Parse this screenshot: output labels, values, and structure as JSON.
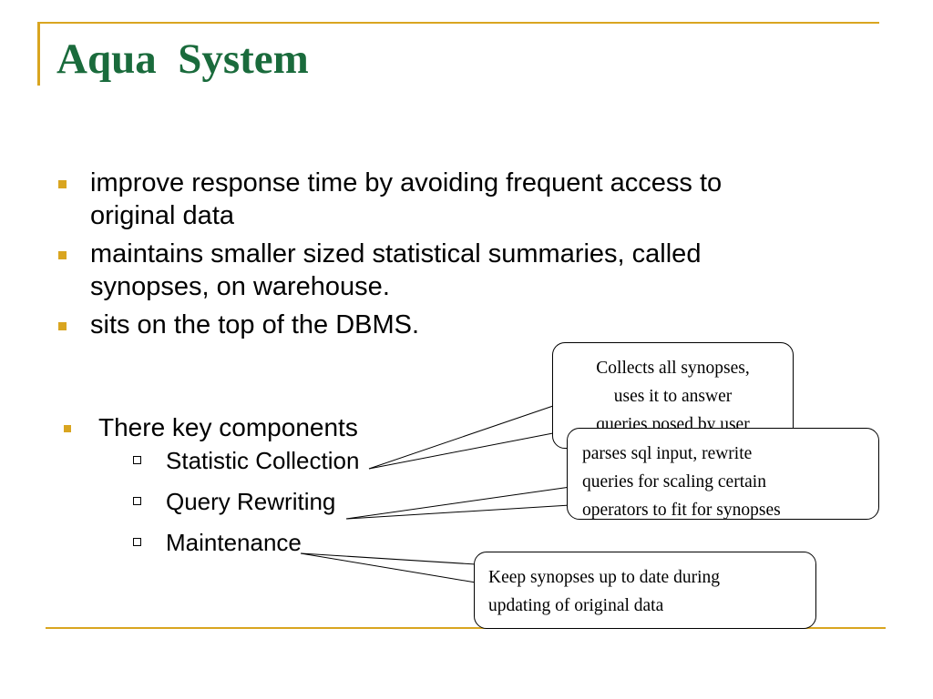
{
  "slide": {
    "title": "Aqua  System",
    "bullets": [
      {
        "line1": "improve response time by avoiding frequent access to",
        "line2": "original data"
      },
      {
        "line1": "maintains smaller sized statistical summaries, called",
        "line2": "synopses, on warehouse."
      },
      {
        "line1": "sits on the top of the DBMS.",
        "line2": ""
      }
    ],
    "components": {
      "heading": "There key components",
      "items": [
        "Statistic Collection",
        "Query Rewriting",
        "Maintenance"
      ]
    },
    "callouts": [
      {
        "lines": [
          "Collects all synopses,",
          "uses it to answer",
          "queries posed by user"
        ]
      },
      {
        "lines": [
          "parses sql input, rewrite",
          "queries for scaling certain",
          "operators to fit for synopses"
        ]
      },
      {
        "lines": [
          "Keep synopses up to date during",
          "updating of original data"
        ]
      }
    ],
    "colors": {
      "title": "#1a6b3c",
      "accent": "#d9a520"
    }
  }
}
